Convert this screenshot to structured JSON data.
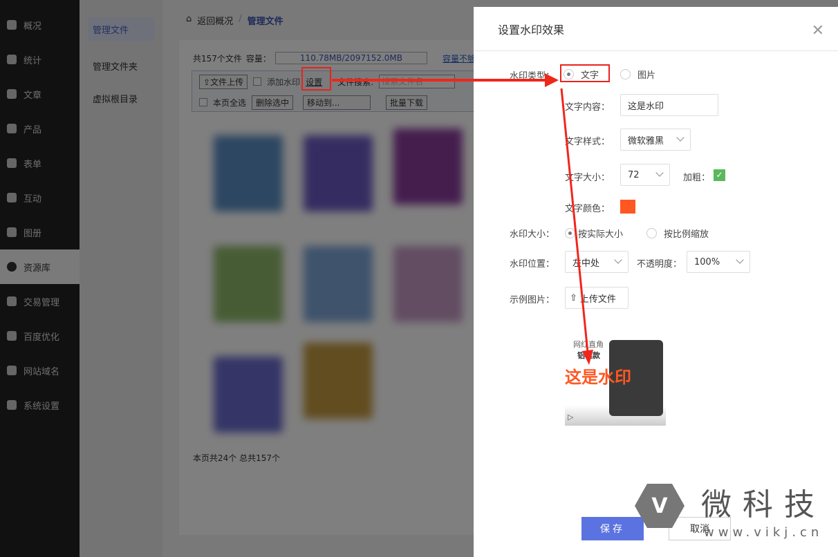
{
  "sidebar": {
    "items": [
      {
        "label": "概况"
      },
      {
        "label": "统计"
      },
      {
        "label": "文章"
      },
      {
        "label": "产品"
      },
      {
        "label": "表单"
      },
      {
        "label": "互动"
      },
      {
        "label": "图册"
      },
      {
        "label": "资源库"
      },
      {
        "label": "交易管理"
      },
      {
        "label": "百度优化"
      },
      {
        "label": "网站域名"
      },
      {
        "label": "系统设置"
      }
    ]
  },
  "subnav": {
    "items": [
      {
        "label": "管理文件"
      },
      {
        "label": "管理文件夹"
      },
      {
        "label": "虚拟根目录"
      }
    ]
  },
  "breadcrumb": {
    "back": "返回概况",
    "sep": "/",
    "current": "管理文件"
  },
  "files": {
    "count": "共157个文件",
    "capacity_label": "容量：",
    "capacity": "110.78MB/2097152.0MB",
    "expand_link": "容量不够？点击扩容",
    "upload": "文件上传",
    "add_watermark": "添加水印",
    "settings": "设置",
    "search_label": "文件搜索:",
    "search_placeholder": "搜索文件名",
    "select_all": "本页全选",
    "delete": "删除选中",
    "move_to": "移动到...",
    "batch_download": "批量下载",
    "footer": "本页共24个 总共157个"
  },
  "modal": {
    "title": "设置水印效果",
    "type_label": "水印类型：",
    "type_text": "文字",
    "type_image": "图片",
    "content_label": "文字内容：",
    "content_value": "这是水印",
    "style_label": "文字样式：",
    "style_value": "微软雅黑",
    "size_label": "文字大小：",
    "size_value": "72",
    "bold_label": "加粗：",
    "color_label": "文字颜色：",
    "color_value": "#ff5722",
    "wm_size_label": "水印大小：",
    "wm_size_actual": "按实际大小",
    "wm_size_scale": "按比例缩放",
    "position_label": "水印位置：",
    "position_value": "左中处",
    "opacity_label": "不透明度：",
    "opacity_value": "100%",
    "sample_label": "示例图片：",
    "upload_label": "上传文件",
    "preview_text1": "网红直角",
    "preview_text2": "铝框款",
    "preview_watermark": "这是水印",
    "save": "保存",
    "cancel": "取消"
  },
  "brand": {
    "name": "微科技",
    "url": "www.vikj.cn"
  }
}
